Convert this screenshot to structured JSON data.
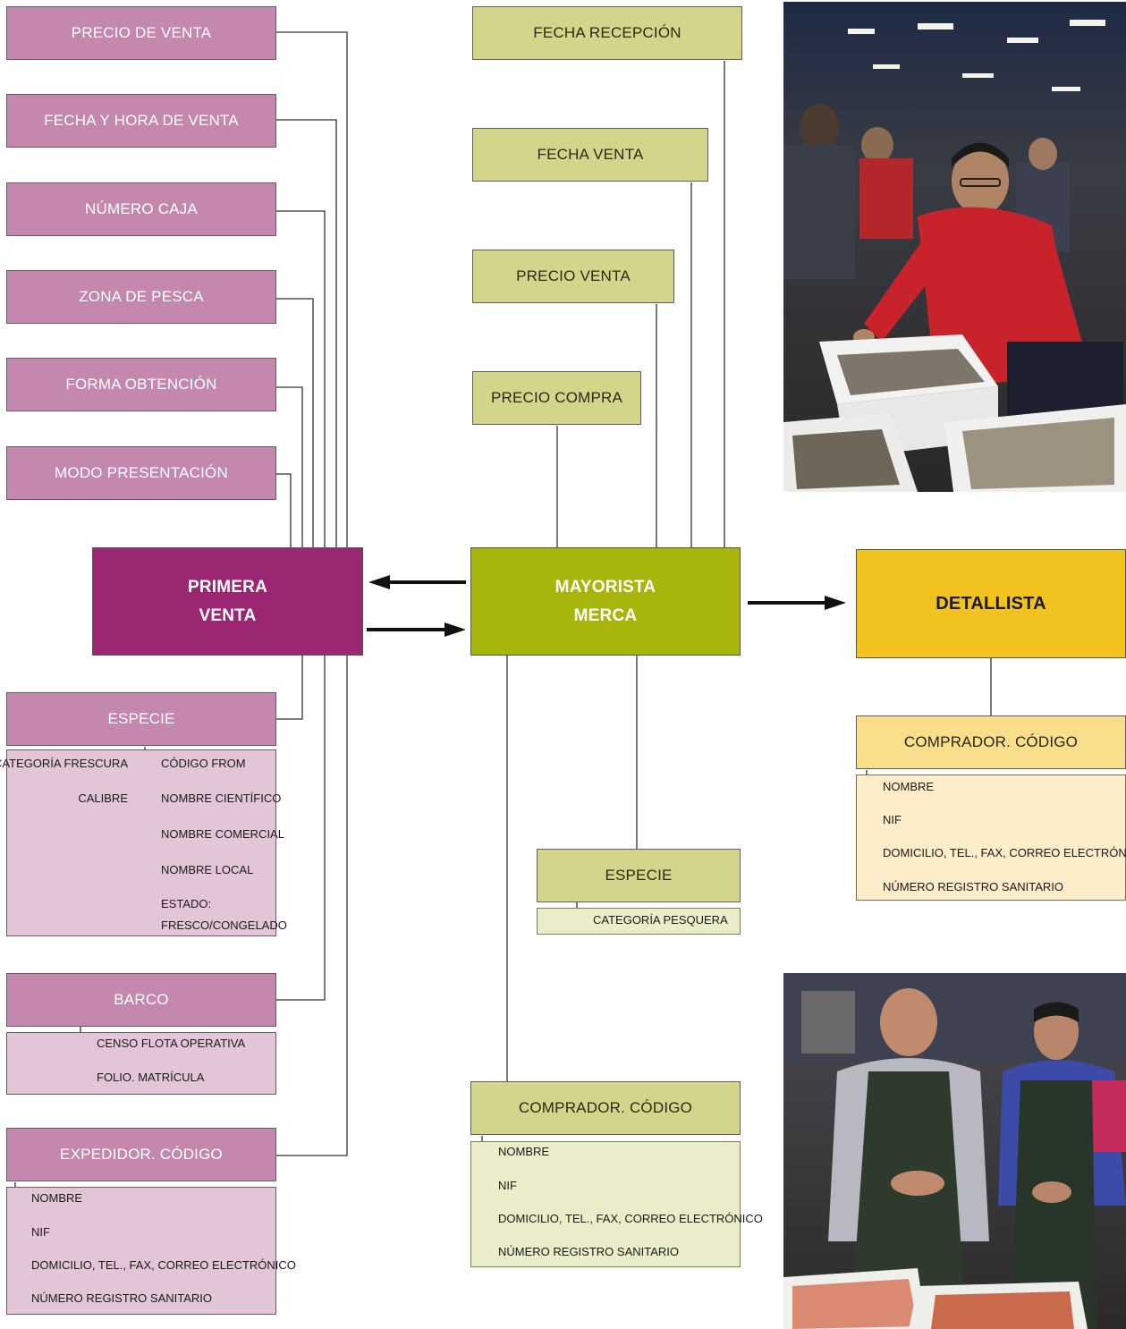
{
  "primera_venta": {
    "title_line1": "PRIMERA",
    "title_line2": "VENTA",
    "attributes": [
      "PRECIO DE VENTA",
      "FECHA Y HORA DE VENTA",
      "NÚMERO CAJA",
      "ZONA DE PESCA",
      "FORMA OBTENCIÓN",
      "MODO PRESENTACIÓN"
    ],
    "especie": {
      "label": "ESPECIE",
      "left_items": [
        "CATEGORÍA FRESCURA",
        "CALIBRE"
      ],
      "right_items": [
        "CÓDIGO FROM",
        "NOMBRE CIENTÍFICO",
        "NOMBRE COMERCIAL",
        "NOMBRE LOCAL"
      ],
      "estado_line1": "ESTADO:",
      "estado_line2": "FRESCO/CONGELADO"
    },
    "barco": {
      "label": "BARCO",
      "items": [
        "CENSO FLOTA OPERATIVA",
        "FOLIO. MATRÍCULA"
      ]
    },
    "expedidor": {
      "label": "EXPEDIDOR. CÓDIGO",
      "items": [
        "NOMBRE",
        "NIF",
        "DOMICILIO, TEL., FAX, CORREO ELECTRÓNICO",
        "NÚMERO REGISTRO SANITARIO"
      ]
    }
  },
  "mayorista": {
    "title_line1": "MAYORISTA",
    "title_line2": "MERCA",
    "attributes": [
      "FECHA RECEPCIÓN",
      "FECHA VENTA",
      "PRECIO VENTA",
      "PRECIO COMPRA"
    ],
    "especie": {
      "label": "ESPECIE",
      "items": [
        "CATEGORÍA PESQUERA"
      ]
    },
    "comprador": {
      "label": "COMPRADOR. CÓDIGO",
      "items": [
        "NOMBRE",
        "NIF",
        "DOMICILIO, TEL., FAX, CORREO ELECTRÓNICO",
        "NÚMERO REGISTRO SANITARIO"
      ]
    }
  },
  "detallista": {
    "title": "DETALLISTA",
    "comprador": {
      "label": "COMPRADOR. CÓDIGO",
      "items": [
        "NOMBRE",
        "NIF",
        "DOMICILIO, TEL., FAX, CORREO ELECTRÓNICO",
        "NÚMERO REGISTRO SANITARIO"
      ]
    }
  },
  "colors": {
    "primera": "#9b2672",
    "primera_attr": "#c487ad",
    "mayorista": "#a8b60b",
    "mayorista_attr": "#d3d68a",
    "detallista": "#f2c21e"
  },
  "photos": [
    "fish-market-worker-photo",
    "fish-inspectors-photo"
  ]
}
